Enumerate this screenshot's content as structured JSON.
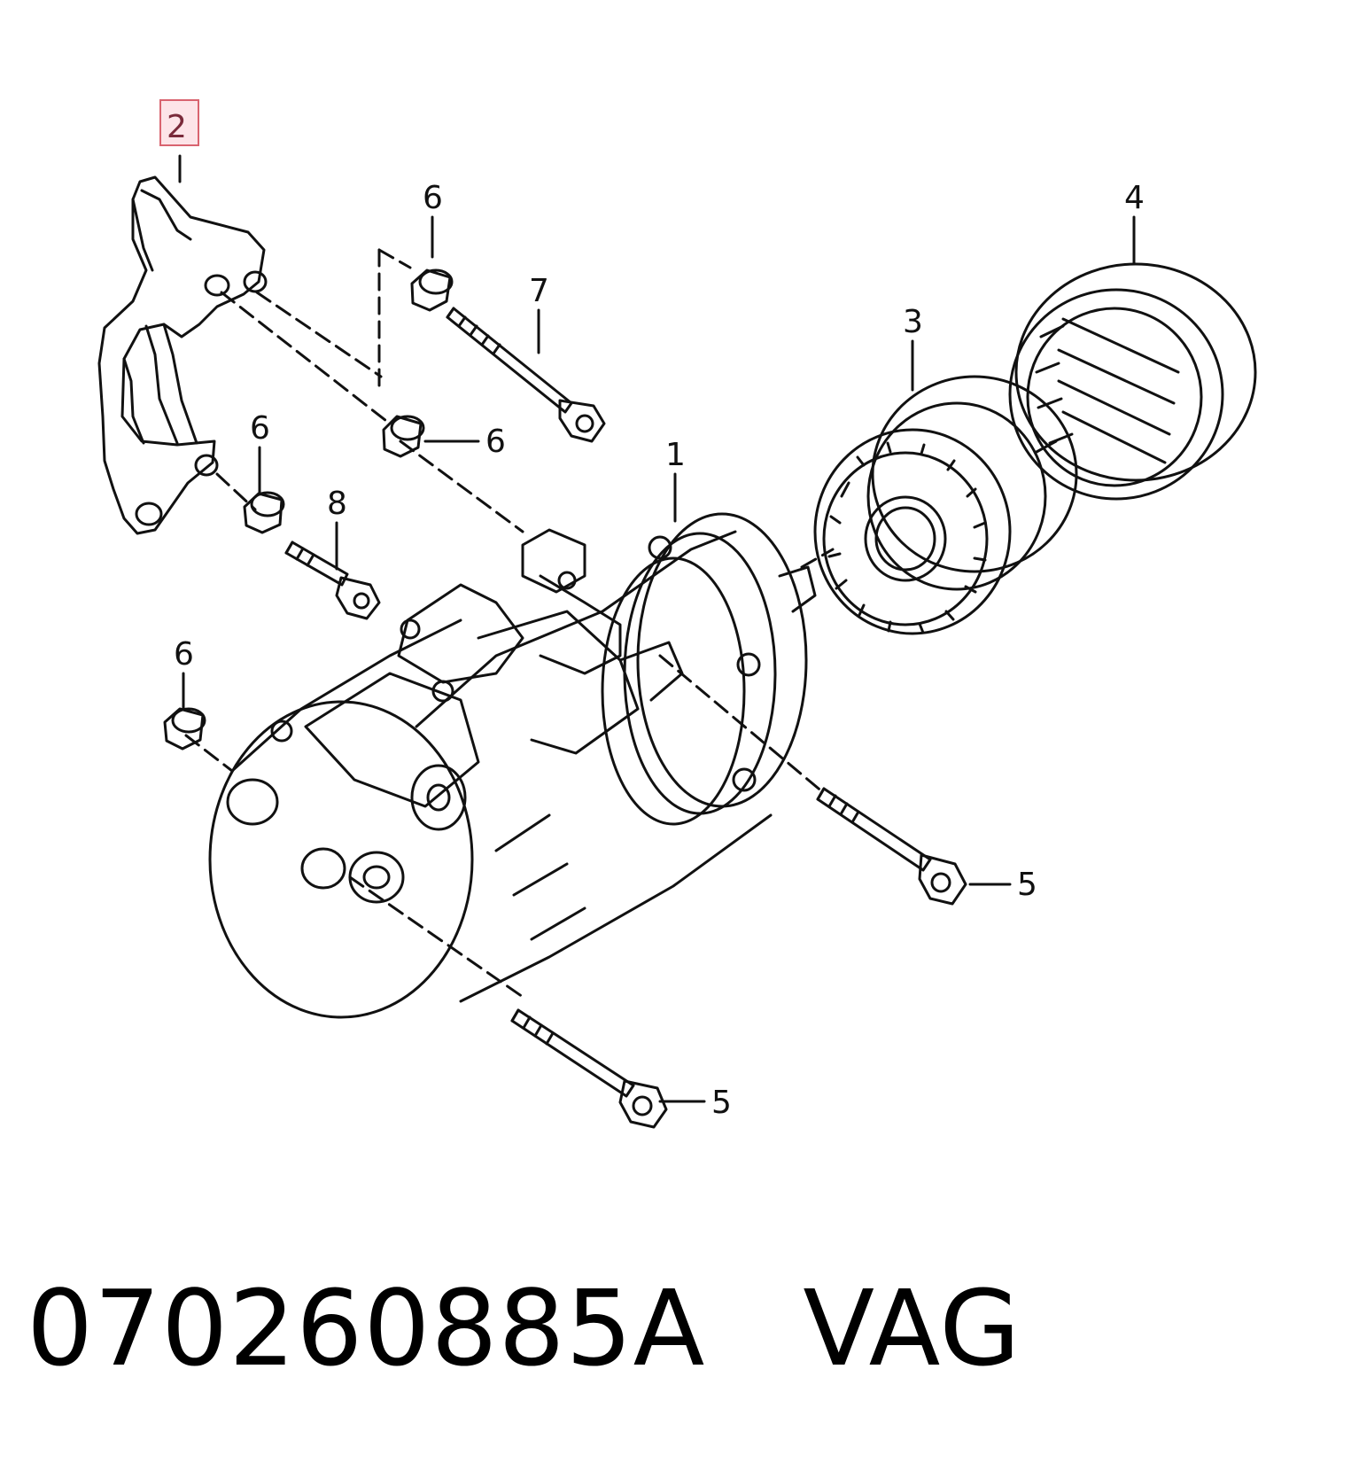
{
  "callouts": [
    {
      "id": "c2",
      "label": "2",
      "highlighted": true
    },
    {
      "id": "c6a",
      "label": "6"
    },
    {
      "id": "c4",
      "label": "4"
    },
    {
      "id": "c7",
      "label": "7"
    },
    {
      "id": "c3",
      "label": "3"
    },
    {
      "id": "c6b",
      "label": "6"
    },
    {
      "id": "c6c",
      "label": "6"
    },
    {
      "id": "c1",
      "label": "1"
    },
    {
      "id": "c8",
      "label": "8"
    },
    {
      "id": "c6d",
      "label": "6"
    },
    {
      "id": "c5a",
      "label": "5"
    },
    {
      "id": "c5b",
      "label": "5"
    }
  ],
  "footer": {
    "part_number": "070260885A",
    "brand": "VAG"
  },
  "colors": {
    "line": "#111111",
    "highlight_border": "#d9636f",
    "highlight_fill": "#fde4e8"
  }
}
